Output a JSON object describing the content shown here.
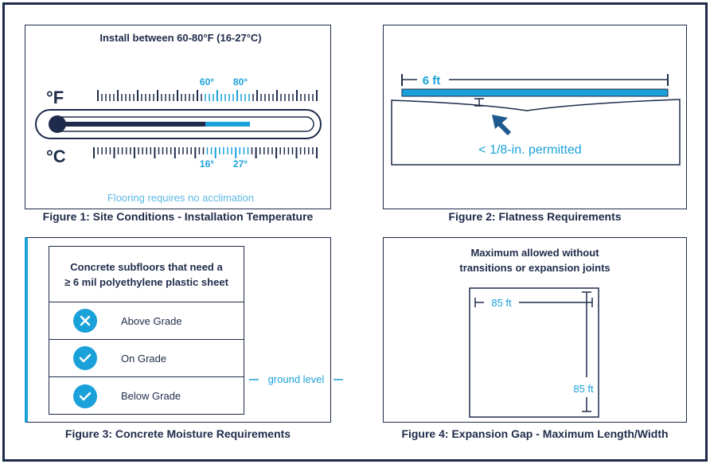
{
  "colors": {
    "navy": "#1e2b4a",
    "blue": "#1ba1d9",
    "light_blue": "#5cb8e4"
  },
  "figure1": {
    "install_range": "Install between 60-80°F (16-27°C)",
    "unit_f": "°F",
    "unit_c": "°C",
    "tick_60": "60°",
    "tick_80": "80°",
    "tick_16": "16°",
    "tick_27": "27°",
    "note": "Flooring requires no acclimation",
    "caption": "Figure 1: Site Conditions - Installation Temperature"
  },
  "figure2": {
    "length": "6 ft",
    "tolerance": "< 1/8-in. permitted",
    "caption": "Figure 2: Flatness Requirements"
  },
  "figure3": {
    "heading_line1": "Concrete subfloors that need a",
    "heading_line2": "≥ 6 mil polyethylene plastic sheet",
    "rows": [
      {
        "label": "Above Grade",
        "icon": "x-icon"
      },
      {
        "label": "On Grade",
        "icon": "check-icon"
      },
      {
        "label": "Below Grade",
        "icon": "check-icon"
      }
    ],
    "ground_level": "ground level",
    "caption": "Figure 3: Concrete Moisture Requirements"
  },
  "figure4": {
    "heading_line1": "Maximum allowed without",
    "heading_line2": "transitions or expansion joints",
    "width_label": "85 ft",
    "height_label": "85 ft",
    "caption": "Figure 4: Expansion Gap - Maximum Length/Width"
  }
}
